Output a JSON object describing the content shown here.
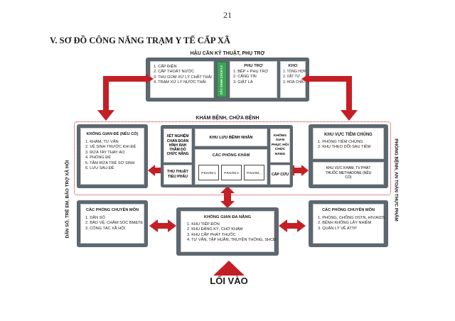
{
  "page_number": "21",
  "section_title": "V. SƠ ĐỒ CÔNG NĂNG TRẠM Y TẾ CẤP XÃ",
  "logistics": {
    "title": "HẬU CẦN KỸ THUẬT, PHỤ TRỢ",
    "utilities": [
      "1. CẤP ĐIỆN",
      "2. CẤP THOÁT NƯỚC",
      "3. THU GOM XỬ LÝ CHẤT THẢI",
      "4. TRẠM XỬ LÝ NƯỚC THẢI"
    ],
    "isolation_corridor": "CÂY XANH CÁCH LY",
    "support": {
      "title": "PHỤ TRỢ",
      "items": [
        "1. BẾP + PHỤ TRỢ",
        "2. CĂNG TIN",
        "3. GIẶT LÀ"
      ]
    },
    "storage": {
      "title": "KHO",
      "items": [
        "1. TỔNG HỢP",
        "2. VẬT TƯ",
        "3. HOÁ CHẤT"
      ]
    }
  },
  "treatment": {
    "title": "KHÁM BỆNH, CHỮA BỆNH",
    "maternity": {
      "title": "KHÔNG GIAN ĐẺ (NẾU CÓ)",
      "items": [
        "1. KHÁM, TƯ VẤN",
        "2. VỆ SINH TRƯỚC KHI ĐẺ",
        "3. RỬA TAY THAY ÁO",
        "4. PHÒNG ĐẺ",
        "5. TẮM RỬA TRẺ SƠ SINH",
        "6. LƯU SAU ĐẺ"
      ]
    },
    "diagnostics": "XÉT NGHIỆM CHẨN ĐOÁN HÌNH ẢNH THĂM DÒ CHỨC NĂNG",
    "minor_surgery": "THỦ THUẬT TIỂU PHẪU",
    "observation": "KHU LƯU BỆNH NHÂN",
    "exam_rooms": {
      "title": "CÁC PHÒNG KHÁM",
      "rooms": [
        "P.KHÁM 1",
        "P.KHÁM 2",
        "P.KHÁM..."
      ]
    },
    "rehab": "KHÔNG GIAN PHỤC HỒI CHỨC NĂNG",
    "emergency": "CẤP CỨU"
  },
  "vaccination": {
    "title": "KHU VỰC TIÊM CHỦNG",
    "items": [
      "1. PHÒNG TIÊM CHỦNG",
      "2. KHU THEO DÕI SAU TIÊM"
    ],
    "methadone": "KHU VỰC KHÁM, TV PHÁT THUỐC METHADONE (NẾU CÓ)"
  },
  "population_rooms": {
    "title": "CÁC PHÒNG CHUYÊN MÔN",
    "items": [
      "1. DÂN SỐ",
      "2. BẢO VỆ, CHĂM SÓC BM&TE",
      "3. CÔNG TÁC XÃ HỘI"
    ]
  },
  "prevention_rooms": {
    "title": "CÁC PHÒNG CHUYÊN MÔN",
    "items": [
      "1. PHÒNG, CHỐNG DSTN, HIV/AIDS",
      "2. BỆNH KHÔNG LÂY NHIỄM",
      "3. QUẢN LÝ VỀ ATTP"
    ]
  },
  "multipurpose": {
    "title": "KHÔNG GIAN ĐA NĂNG",
    "items": [
      "1. KHU TIẾP ĐÓN",
      "2. KHU ĐĂNG KÝ, CHỜ KHÁM",
      "3. KHU CẤP PHÁT THUỐC",
      "4. TƯ VẤN, TẬP HUẤN, TRUYỀN THÔNG, SHCĐ"
    ]
  },
  "left_label": "DÂN SỐ, TRẺ EM, BẢO TRỢ XÃ HỘI",
  "right_label": "PHÒNG BỆNH, AN TOÀN THỰC PHẨM",
  "entrance": "LỐI VÀO",
  "colors": {
    "grey": "#5d6770",
    "red": "#c41f24",
    "green": "#3aa655"
  }
}
